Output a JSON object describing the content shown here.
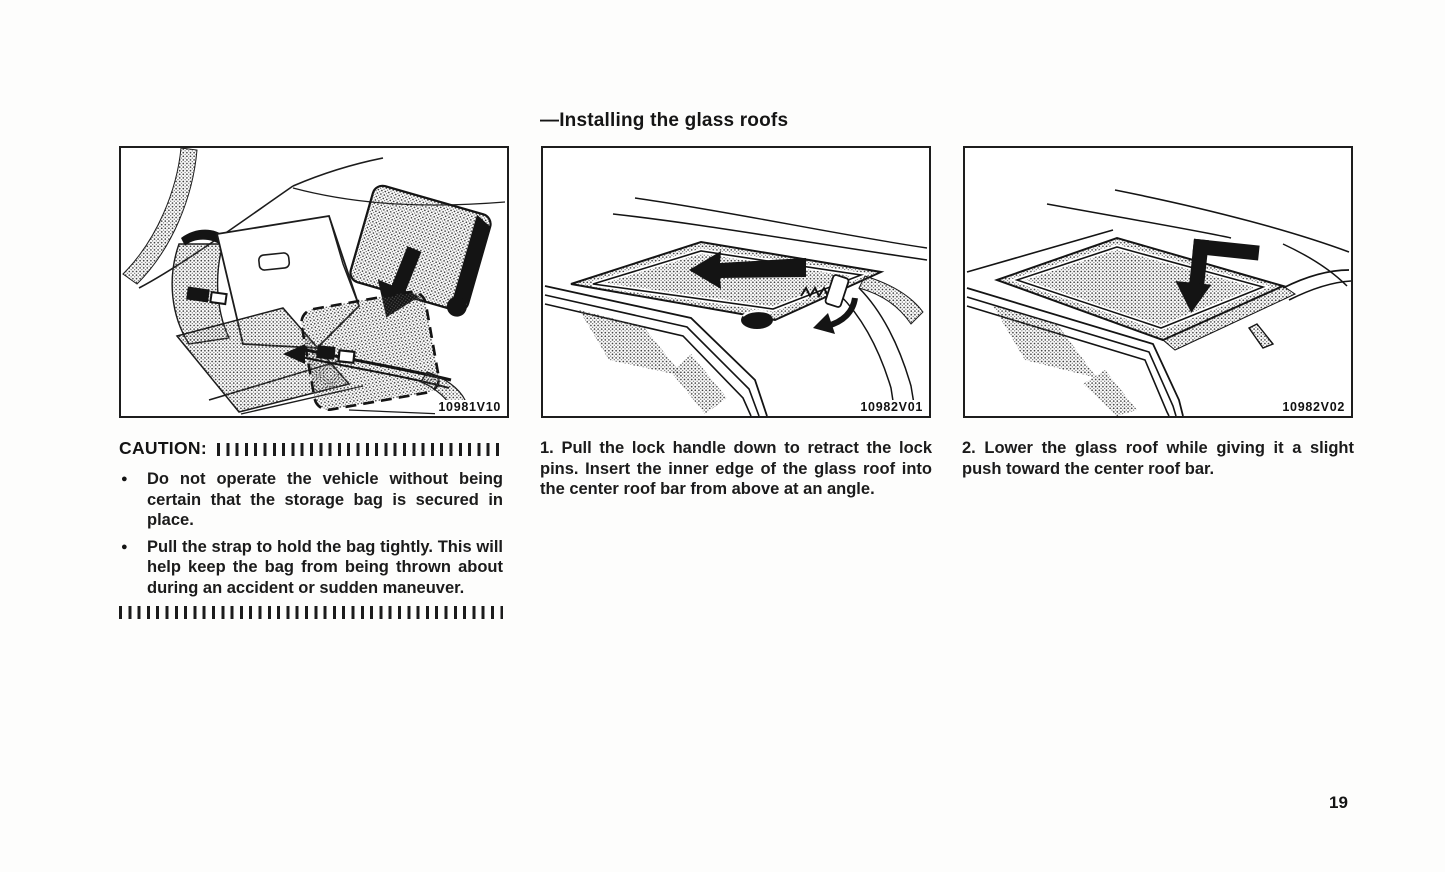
{
  "page": {
    "title": "—Installing the glass roofs",
    "number": "19"
  },
  "caution": {
    "label": "CAUTION:",
    "bullet_glyph": "●",
    "bullets": [
      "Do not operate the vehicle without being certain that the storage bag is secured in place.",
      "Pull the strap to hold the bag tightly. This will help keep the bag from being thrown about during an accident or sudden maneuver."
    ]
  },
  "figures": [
    {
      "code": "10981V10",
      "caption": ""
    },
    {
      "code": "10982V01",
      "caption": "1. Pull the lock handle down to retract the lock pins. Insert the inner edge of the glass roof into the center roof bar from above at an angle."
    },
    {
      "code": "10982V02",
      "caption": "2. Lower the glass roof while giving it a slight push toward the center roof bar."
    }
  ]
}
